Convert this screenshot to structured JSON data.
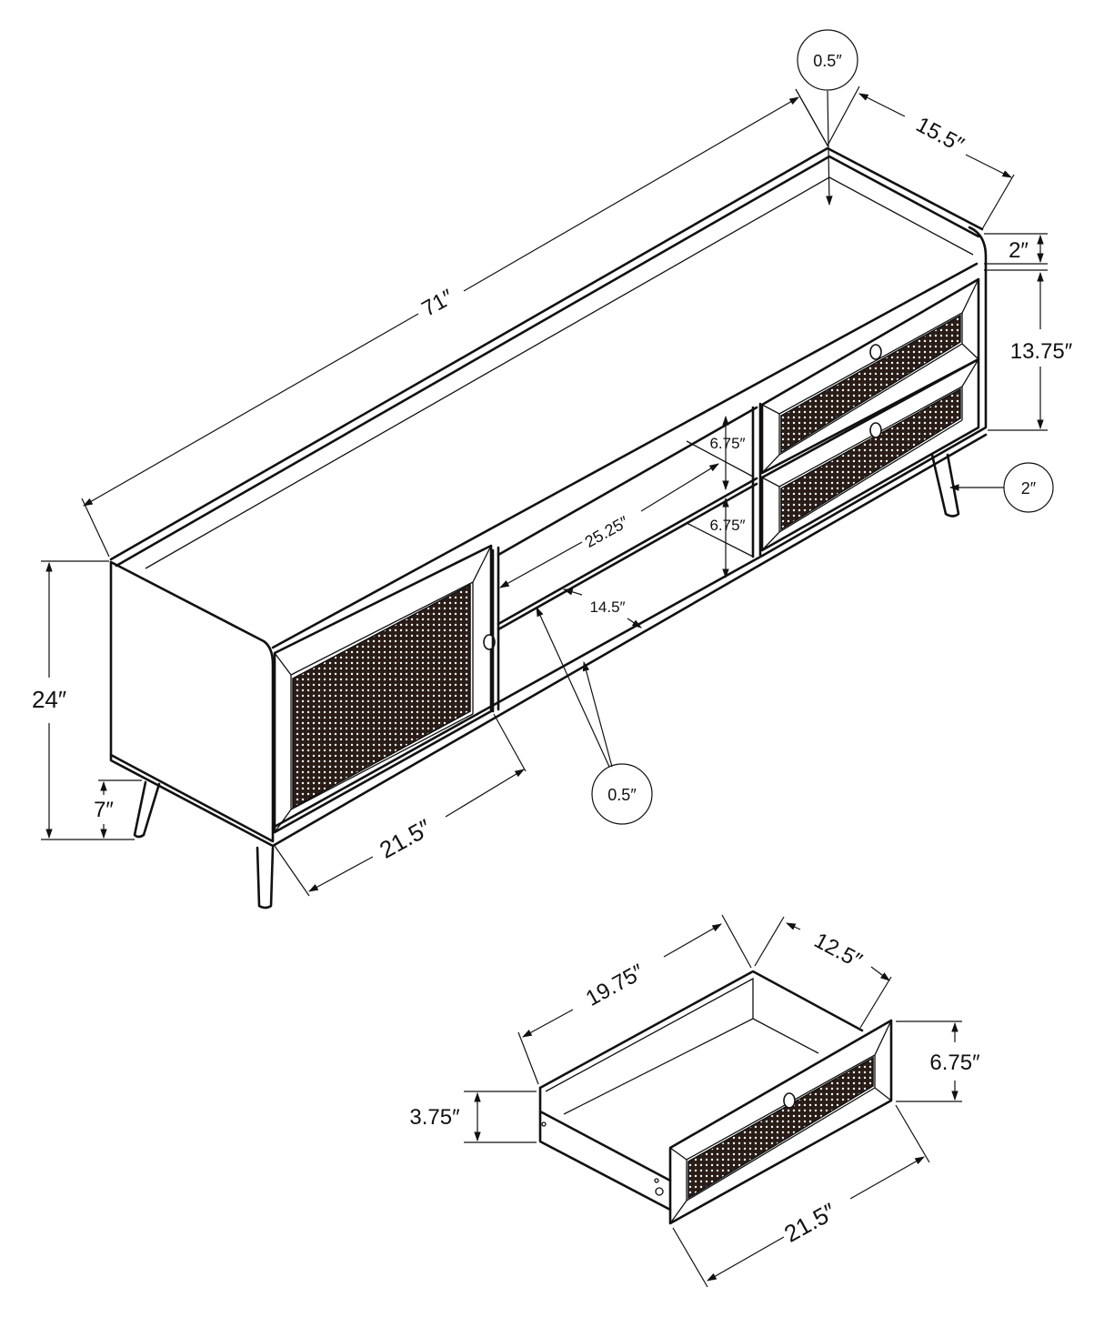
{
  "diagram": {
    "subject": "TV stand with cane-mesh door and two drawers, plus detached drawer",
    "line_color": "#111111",
    "background": "#ffffff",
    "mesh_color": "#2a1d17",
    "main_unit": {
      "overall_length": "71″",
      "overall_depth": "15.5″",
      "overall_height": "24″",
      "leg_height": "7″",
      "top_panel_thickness_callout": "0.5″",
      "top_lip_height": "2″",
      "drawer_section_height": "13.75″",
      "leg_inset_callout": "2″",
      "shelf_upper_height": "6.75″",
      "shelf_lower_height": "6.75″",
      "shelf_width": "25.25″",
      "shelf_depth": "14.5″",
      "shelf_thickness_callout": "0.5″",
      "door_width": "21.5″"
    },
    "drawer": {
      "length": "19.75″",
      "depth": "12.5″",
      "front_height": "6.75″",
      "box_height": "3.75″",
      "front_width": "21.5″"
    }
  }
}
